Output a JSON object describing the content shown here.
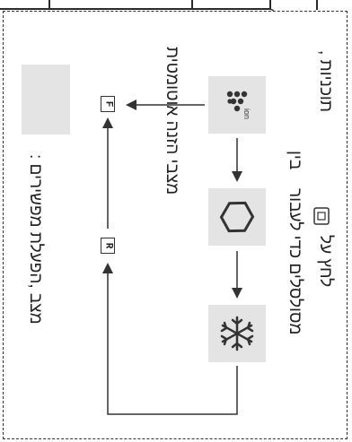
{
  "panel": {
    "line1": "מצב ,הפעלת מפשירים :",
    "line2": "מצבי הזנה אוטומטית",
    "line3": "מסולסלים כדי לעבור",
    "line3b": "בין",
    "line4": "תוכניות ,",
    "line4b": "לחץ על",
    "key_filter": "F",
    "key_refresh": "R"
  },
  "icons": {
    "ion": "ion-fan-icon",
    "hex": "hexagon-mode-icon",
    "snow": "snowflake-icon",
    "inline_key": "mode-button-icon"
  },
  "colors": {
    "tile": "#e4e4e4",
    "ink": "#2b2b2b"
  }
}
